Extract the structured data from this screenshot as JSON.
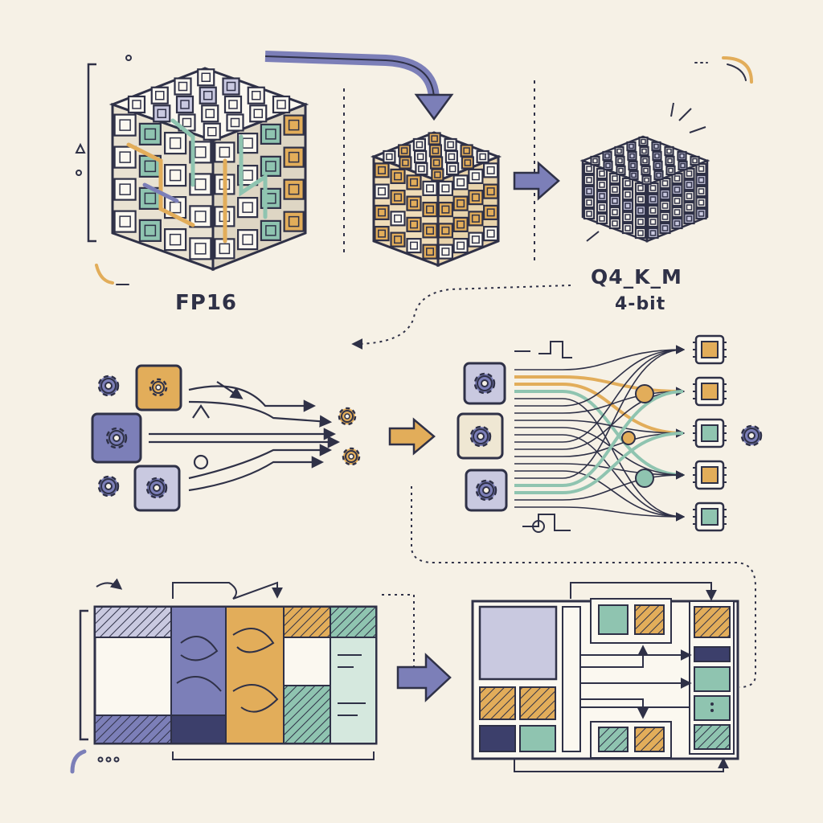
{
  "labels": {
    "full_precision": "FP16",
    "quant_format": "Q4_K_M",
    "quant_bits": "4-bit"
  },
  "colors": {
    "background": "#f6f1e6",
    "ink": "#2f3147",
    "purple": "#7c7fb8",
    "purple_light": "#c9c9e0",
    "orange": "#e2ad5a",
    "teal": "#8fc4b0",
    "paper": "#fbf8f0"
  },
  "icons": [
    "gear-icon",
    "chip-icon",
    "arrow-right-icon",
    "cube-icon"
  ]
}
